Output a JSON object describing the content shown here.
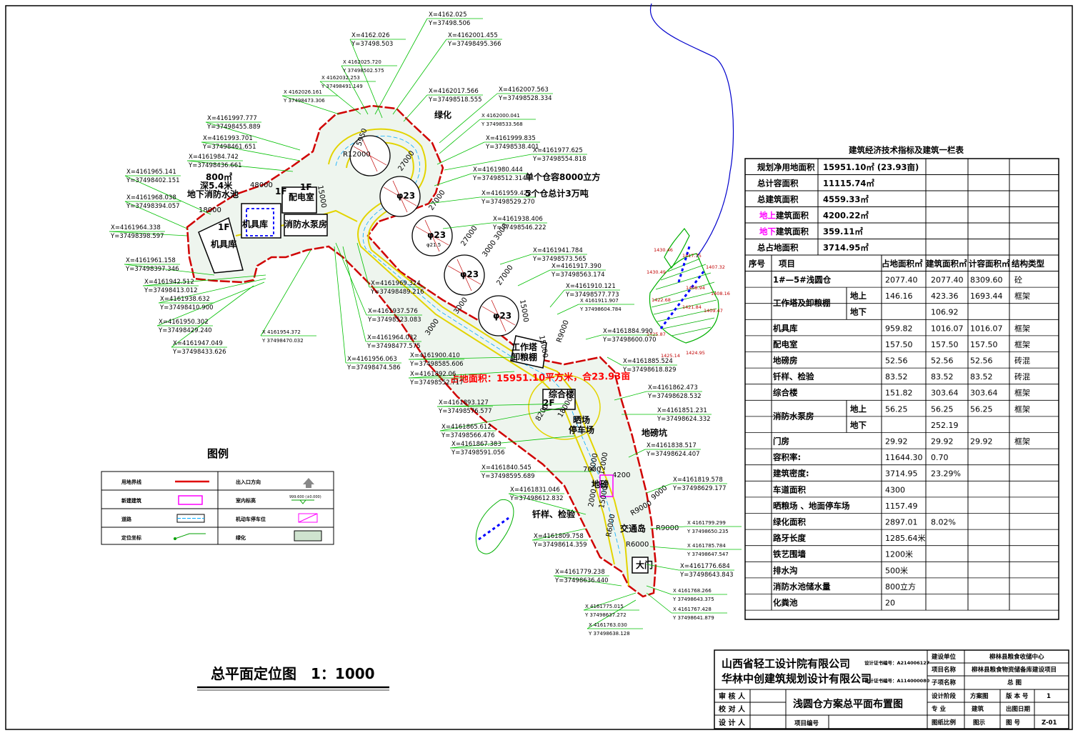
{
  "title": "总平面定位图　1：1000",
  "area_note": "占地面积：15951.10平方米，合23.93亩",
  "colors": {
    "boundary": "#d00000",
    "road": "#e3d400",
    "green": "#00b000",
    "leader": "#00c000",
    "table_red": "#ff0000",
    "table_mag": "#ff00ff",
    "table_blue": "#0000ff",
    "curve": "#0000cc"
  },
  "labels": {
    "fire_pool": [
      "800㎡",
      "深5.4米",
      "地下消防水池"
    ],
    "power_room": "配电室",
    "garage1": "机具库",
    "garage2": "机具库",
    "fire_pump": "消防水泵房",
    "f1a": "1F",
    "f1b": "1F",
    "f1c": "1F",
    "green_area": "绿化",
    "silo_note": [
      "单个仓容8000立方",
      "5个仓总计3万吨"
    ],
    "silo_mark": "φ23",
    "silo_r": "R12000",
    "silo_inner": "φ21.5",
    "work_tower": [
      "工作塔",
      "卸粮棚"
    ],
    "office": "综合楼",
    "office_floor": "2F",
    "drying": [
      "晒场",
      "停车场"
    ],
    "weigh_pit": "地磅坑",
    "weigh": "地磅",
    "sampling": "钎样、检验",
    "traffic_island": "交通岛",
    "gate": "大门"
  },
  "dims": [
    "5950",
    "27000",
    "27000",
    "27000",
    "27000",
    "27000",
    "3000",
    "3000",
    "3000",
    "3000",
    "15000",
    "18000",
    "48000",
    "15000",
    "R9000",
    "15000",
    "8200",
    "18000",
    "6000",
    "12000",
    "4200",
    "7000",
    "R9000",
    "2000",
    "R6000",
    "R6000",
    "R9000",
    "9000"
  ],
  "coords": [
    "X=4162.025",
    "Y=37498.506",
    "X=4162.026",
    "Y=37498.503",
    "X=4162001.455",
    "Y=37498495.366",
    "X 4162025.720",
    "Y 37498502.575",
    "X 4162032.253",
    "Y 37498491.149",
    "X 4162026.161",
    "Y 37498473.306",
    "X=4162017.566",
    "Y=37498518.555",
    "X=4162007.563",
    "Y=37498528.334",
    "X 4162000.041",
    "Y 37498533.568",
    "X=4161999.835",
    "Y=37498538.401",
    "X=4161997.777",
    "Y=37498455.889",
    "X=4161993.701",
    "Y=37498461.651",
    "X=4161984.742",
    "Y=37498436.661",
    "X=4161977.625",
    "Y=37498554.818",
    "X=4161965.141",
    "Y=37498402.151",
    "X=4161980.444",
    "Y=37498512.314",
    "X=4161959.422",
    "Y=37498529.270",
    "X=4161968.038",
    "Y=37498394.057",
    "X=4161938.406",
    "Y=37498546.222",
    "X=4161964.338",
    "Y=37498398.597",
    "X=4161941.784",
    "Y=37498573.565",
    "X=4161961.158",
    "Y=37498397.346",
    "X=4161969.324",
    "Y=37498489.216",
    "X=4161917.390",
    "Y=37498563.174",
    "X=4161942.512",
    "Y=37498413.012",
    "X=4161938.632",
    "Y=37498410.900",
    "X=4161910.121",
    "Y=37498577.773",
    "X 4161911.907",
    "Y 37498604.784",
    "X=4161937.576",
    "Y=37498523.083",
    "X=4161950.302",
    "Y=37498429.240",
    "X 4161954.372",
    "Y 37498470.032",
    "X=4161964.032",
    "Y=37498477.575",
    "X=4161884.990",
    "Y=37498600.070",
    "X=4161947.049",
    "Y=37498433.626",
    "X=4161956.063",
    "Y=37498474.586",
    "X=4161900.410",
    "Y=37498585.606",
    "X=4161885.524",
    "Y=37498618.829",
    "X=4161892.06",
    "Y=37498552.717",
    "X=4161862.473",
    "Y=37498628.532",
    "X=4161893.127",
    "Y=37498576.577",
    "X=4161851.231",
    "Y=37498624.332",
    "X=4161865.612",
    "Y=37498566.476",
    "X=4161867.383",
    "Y=37498591.056",
    "X=4161838.517",
    "Y=37498624.407",
    "X=4161840.545",
    "Y=37498595.689",
    "X=4161819.578",
    "Y=37498629.177",
    "X=4161831.046",
    "Y=37498612.832",
    "X 4161799.299",
    "Y 37498650.235",
    "X=4161809.758",
    "Y=37498614.359",
    "X 4161785.784",
    "Y 37498647.547",
    "X=4161776.684",
    "Y=37498643.843",
    "X=4161779.238",
    "Y=37498636.440",
    "X 4161768.266",
    "Y 37498643.375",
    "X 4161767.428",
    "Y 37498641.879",
    "X 4161775.015",
    "Y 37498637.272",
    "X 4161763.030",
    "Y 37498638.128"
  ],
  "slope_labels": [
    "1430.46",
    "1417.75",
    "1407.32",
    "1430.49",
    "1408.94",
    "1408.16",
    "1422.68",
    "1409.47",
    "1421.84",
    "1425.87",
    "1425.14",
    "1424.95"
  ],
  "legend": {
    "title": "图例",
    "items": [
      {
        "name": "用地界线",
        "name2": "出入口方向"
      },
      {
        "name": "新建建筑",
        "name2": "室内标高",
        "val2": "999.600 (±0.000)"
      },
      {
        "name": "道路",
        "name2": "机动车停车位"
      },
      {
        "name": "定位坐标",
        "name2": "绿化"
      }
    ]
  },
  "table": {
    "title": "建筑经济技术指标及建筑一栏表",
    "summary": [
      {
        "label": "规划净用地面积",
        "value": "15951.10㎡ (23.93亩)",
        "vc": "#000"
      },
      {
        "label": "总计容面积",
        "value": "11115.74㎡",
        "vc": "#ff0000"
      },
      {
        "label": "总建筑面积",
        "value": "4559.33㎡",
        "vc": "#ff0000"
      },
      {
        "label": "地上建筑面积",
        "value": "4200.22㎡",
        "vc": "#ff0000"
      },
      {
        "label": "地下建筑面积",
        "value": "359.11㎡",
        "vc": "#ff0000"
      },
      {
        "label": "总占地面积",
        "value": "3714.95㎡",
        "vc": "#ff0000"
      }
    ],
    "headers": [
      "序号",
      "项目",
      "占地面积㎡",
      "建筑面积㎡",
      "计容面积㎡",
      "结构类型"
    ],
    "rows": [
      {
        "item": "1#—5#浅圆仓",
        "ic": "#ff0000",
        "sub": "",
        "a": "2077.40",
        "b": "2077.40",
        "c": "8309.60",
        "d": "砼"
      },
      {
        "item": "工作塔及卸粮棚",
        "ic": "#ff00ff",
        "sub": "地上",
        "a": "146.16",
        "b": "423.36",
        "c": "1693.44",
        "d": "框架"
      },
      {
        "item": "",
        "ic": "#000",
        "sub": "地下",
        "a": "",
        "b": "106.92",
        "c": "",
        "d": ""
      },
      {
        "item": "机具库",
        "ic": "#ff00ff",
        "sub": "",
        "a": "959.82",
        "b": "1016.07",
        "c": "1016.07",
        "d": "框架"
      },
      {
        "item": "配电室",
        "ic": "#ff00ff",
        "sub": "",
        "a": "157.50",
        "b": "157.50",
        "c": "157.50",
        "d": "框架"
      },
      {
        "item": "地磅房",
        "ic": "#000",
        "sub": "",
        "a": "52.56",
        "b": "52.56",
        "c": "52.56",
        "d": "砖混"
      },
      {
        "item": "钎样、检验",
        "ic": "#ff00ff",
        "sub": "",
        "a": "83.52",
        "b": "83.52",
        "c": "83.52",
        "d": "砖混"
      },
      {
        "item": "综合楼",
        "ic": "#ff00ff",
        "sub": "",
        "a": "151.82",
        "b": "303.64",
        "c": "303.64",
        "d": "框架"
      },
      {
        "item": "消防水泵房",
        "ic": "#ff00ff",
        "sub": "地上",
        "a": "56.25",
        "b": "56.25",
        "c": "56.25",
        "d": "框架"
      },
      {
        "item": "",
        "ic": "#000",
        "sub": "地下",
        "a": "",
        "b": "252.19",
        "c": "",
        "d": ""
      },
      {
        "item": "门房",
        "ic": "#ff00ff",
        "sub": "",
        "a": "29.92",
        "b": "29.92",
        "c": "29.92",
        "d": "框架"
      },
      {
        "item": "容积率:",
        "ic": "#ff0000",
        "sub": "",
        "a": "11644.30",
        "b": "0.70",
        "c": "",
        "d": ""
      },
      {
        "item": "建筑密度:",
        "ic": "#000",
        "sub": "",
        "a": "3714.95",
        "b": "23.29%",
        "c": "",
        "d": ""
      },
      {
        "item": "车道面积",
        "ic": "#000",
        "sub": "",
        "a": "4300",
        "b": "",
        "c": "",
        "d": ""
      },
      {
        "item": "晒粮场 、地面停车场",
        "ic": "#000",
        "sub": "",
        "a": "1157.49",
        "b": "",
        "c": "",
        "d": ""
      },
      {
        "item": "绿化面积",
        "ic": "#000",
        "sub": "",
        "a": "2897.01",
        "b": "8.02%",
        "c": "",
        "d": ""
      },
      {
        "item": "路牙长度",
        "ic": "#000",
        "sub": "",
        "a": "1285.64米",
        "b": "",
        "c": "",
        "d": ""
      },
      {
        "item": "铁艺围墙",
        "ic": "#000",
        "sub": "",
        "a": "1200米",
        "b": "",
        "c": "",
        "d": ""
      },
      {
        "item": "排水沟",
        "ic": "#000",
        "sub": "",
        "a": "500米",
        "b": "",
        "c": "",
        "d": ""
      },
      {
        "item": "消防水池储水量",
        "ic": "#000",
        "sub": "",
        "a": "800立方",
        "b": "",
        "c": "",
        "d": ""
      },
      {
        "item": "化粪池",
        "ic": "#000",
        "sub": "",
        "a": "20",
        "b": "",
        "c": "",
        "d": ""
      }
    ]
  },
  "titleblock": {
    "company1": "山西省轻工设计院有限公司",
    "company2": "华林中创建筑规划设计有限公司",
    "cert1": "设计证书编号：A214006127",
    "cert2": "设计证书编号：A114000080",
    "k_client": "建设单位",
    "v_client": "柳林县粮食收储中心",
    "k_project": "项目名称",
    "v_project": "柳林县粮食物资储备库建设项目",
    "k_subproj": "子项名称",
    "v_subproj": "总  图",
    "k_stage": "设计阶段",
    "v_stage": "方案图",
    "k_ver": "版 本 号",
    "v_ver": "1",
    "k_major": "专  业",
    "v_major": "建筑",
    "k_date": "出图日期",
    "k_scale": "图纸比例",
    "v_scale": "图示",
    "k_num": "图  号",
    "v_num": "Z-01",
    "r_check": "审 核 人",
    "r_review": "校 对 人",
    "r_design": "设 计 人",
    "drawing_name": "浅圆仓方案总平面布置图",
    "proj_no": "项目编号"
  }
}
